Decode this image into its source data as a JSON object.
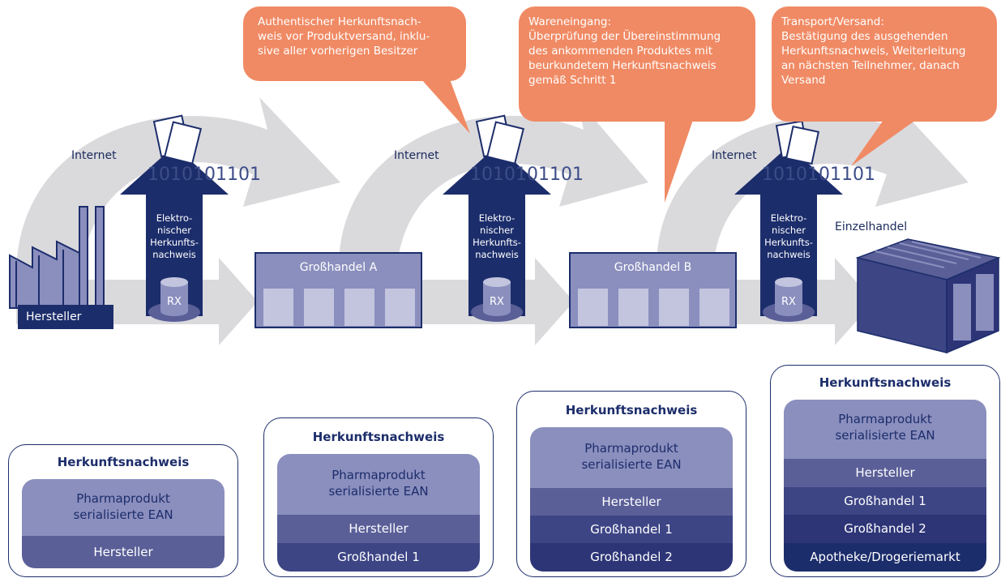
{
  "bubbles": [
    "Authentischer Herkunftsnach-\nweis vor Produktversand, inklu-\nsive aller vorherigen Besitzer",
    "Wareneingang:\nÜberprüfung der Übereinstimmung\ndes ankommenden Produktes mit\nbeurkundetem Herkunftsnachweis\ngemäß Schritt 1",
    "Transport/Versand:\nBestätigung des ausgehenden\nHerkunftsnachweis, Weiterleitung\nan nächsten Teilnehmer, danach\nVersand"
  ],
  "internet_label": "Internet",
  "transfer_label": "Elektro-\nnischer\nHerkunfts-\nnachweis",
  "binary_text": "1010101101",
  "rx_label": "RX",
  "nodes": {
    "manufacturer": "Hersteller",
    "wholesaler_a": "Großhandel A",
    "wholesaler_b": "Großhandel B",
    "retail": "Einzelhandel"
  },
  "cards": [
    {
      "title": "Herkunftsnachweis",
      "head": "Pharmaprodukt\nserialisierte EAN",
      "rows": [
        "Hersteller"
      ]
    },
    {
      "title": "Herkunftsnachweis",
      "head": "Pharmaprodukt\nserialisierte EAN",
      "rows": [
        "Hersteller",
        "Großhandel 1"
      ]
    },
    {
      "title": "Herkunftsnachweis",
      "head": "Pharmaprodukt\nserialisierte EAN",
      "rows": [
        "Hersteller",
        "Großhandel 1",
        "Großhandel 2"
      ]
    },
    {
      "title": "Herkunftsnachweis",
      "head": "Pharmaprodukt\nserialisierte EAN",
      "rows": [
        "Hersteller",
        "Großhandel 1",
        "Großhandel 2",
        "Apotheke/Drogeriemarkt"
      ]
    }
  ],
  "colors": {
    "navy": "#1c2d6b",
    "bubble": "#f08a64",
    "flow_gray": "#d6d6d9",
    "box_fill": "#8b8fbe",
    "row_1": "#5a5f98",
    "row_2": "#3d4585",
    "row_3": "#2d3577",
    "row_4": "#1c2d6b"
  }
}
